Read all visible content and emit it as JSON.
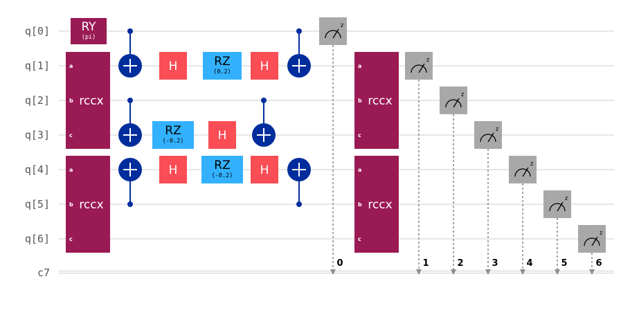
{
  "circuit": {
    "qubit_labels": [
      "q[0]",
      "q[1]",
      "q[2]",
      "q[3]",
      "q[4]",
      "q[5]",
      "q[6]"
    ],
    "classical_label": "c7",
    "colors": {
      "wire": "#d6d6d6",
      "rccx": "#9a1a54",
      "ry": "#9a1a54",
      "h": "#fa4d56",
      "rz": "#33b1ff",
      "cnot": "#002d9c",
      "measure": "#a8a8a8",
      "classical_line": "#8d8d8d"
    },
    "gates": {
      "ry": {
        "label": "RY",
        "param": "(pi)"
      },
      "rccx": {
        "label": "rccx",
        "pins": [
          "a",
          "b",
          "c"
        ]
      },
      "h": {
        "label": "H"
      },
      "rz_q1": {
        "label": "RZ",
        "param": "(0.2)"
      },
      "rz_q3": {
        "label": "RZ",
        "param": "(-0.2)"
      },
      "rz_q4": {
        "label": "RZ",
        "param": "(-0.2)"
      },
      "measure_basis": "z"
    },
    "classical_bits": [
      "0",
      "1",
      "2",
      "3",
      "4",
      "5",
      "6"
    ]
  }
}
